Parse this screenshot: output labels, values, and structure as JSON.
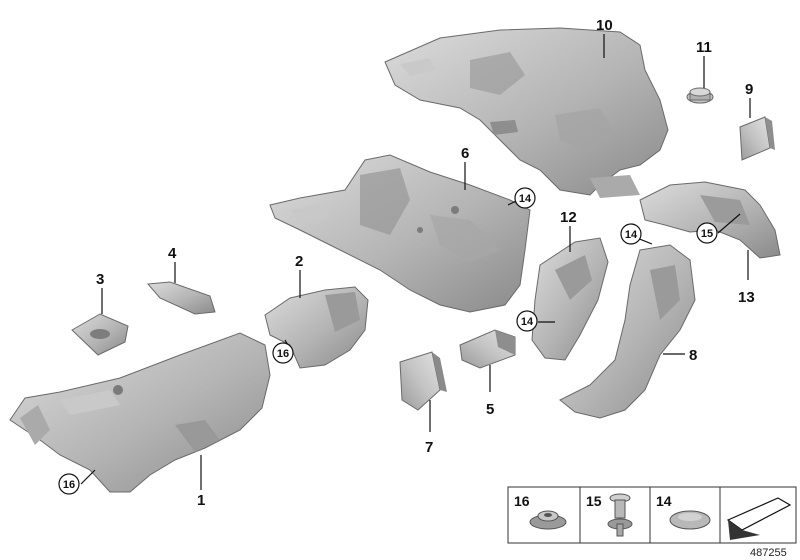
{
  "callouts": {
    "c1": "1",
    "c2": "2",
    "c3": "3",
    "c4": "4",
    "c5": "5",
    "c6": "6",
    "c7": "7",
    "c8": "8",
    "c9": "9",
    "c10": "10",
    "c11": "11",
    "c12": "12",
    "c13": "13"
  },
  "circled": {
    "c16a": "16",
    "c16b": "16",
    "c14a": "14",
    "c14b": "14",
    "c14c": "14",
    "c15": "15"
  },
  "legend": {
    "item1": "16",
    "item2": "15",
    "item3": "14"
  },
  "document_number": "487255",
  "colors": {
    "part_fill": "#b8b8b8",
    "part_dark": "#8e8e8e",
    "part_light": "#d6d6d6",
    "line": "#111111"
  }
}
